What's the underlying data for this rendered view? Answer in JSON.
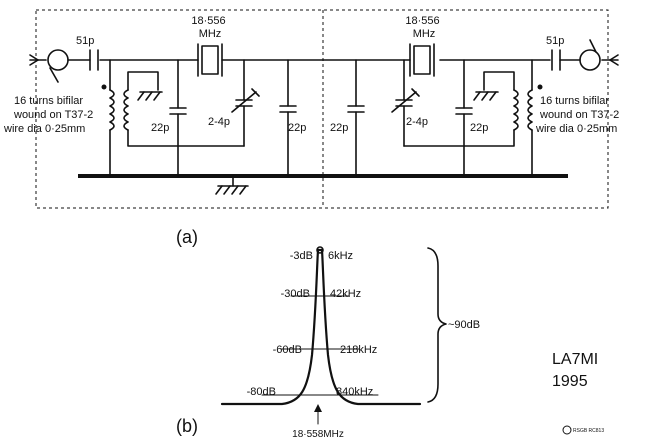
{
  "circuit": {
    "cap_in": "51p",
    "cap_out": "51p",
    "crystal_left": [
      "18·556",
      "MHz"
    ],
    "crystal_right": [
      "18·556",
      "MHz"
    ],
    "cap_22p": "22p",
    "trimmer": "2-4p",
    "winding_left": [
      "16 turns bifilar",
      "wound on T37-2",
      "wire dia 0·25mm"
    ],
    "winding_right": [
      "16 turns bifilar",
      "wound on T37-2",
      "wire dia 0·25mm"
    ]
  },
  "labels": {
    "a": "(a)",
    "b": "(b)",
    "author": [
      "LA7MI",
      "1995"
    ],
    "credit": "RSGB RC813"
  },
  "response": {
    "center": "18·558MHz",
    "span_note": "~90dB",
    "points": [
      {
        "db": "-3dB",
        "bw": "6kHz"
      },
      {
        "db": "-30dB",
        "bw": "42kHz"
      },
      {
        "db": "-60dB",
        "bw": "218kHz"
      },
      {
        "db": "-80dB",
        "bw": "840kHz"
      }
    ]
  }
}
